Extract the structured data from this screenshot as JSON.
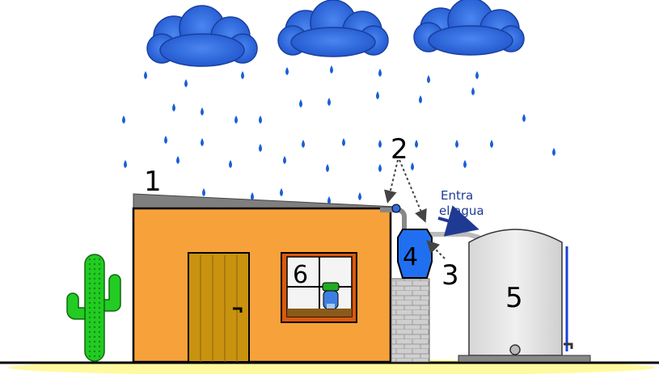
{
  "labels": {
    "roof": "1",
    "pipes": "2",
    "filter_pipe": "3",
    "first_flush_tank": "4",
    "storage_tank": "5",
    "water_dispenser": "6"
  },
  "annotation": {
    "line1": "Entra",
    "line2": "el agua"
  },
  "colors": {
    "cloud": "#2f6de0",
    "raindrop": "#1a5fd6",
    "wall": "#f7a13b",
    "door": "#c9930f",
    "roof": "#7f7f7f",
    "small_tank": "#1f6ff0",
    "large_tank": "#e0e0e0",
    "cactus": "#22cc22",
    "ground": "#fffaa0",
    "arrow": "#1f3a93"
  }
}
